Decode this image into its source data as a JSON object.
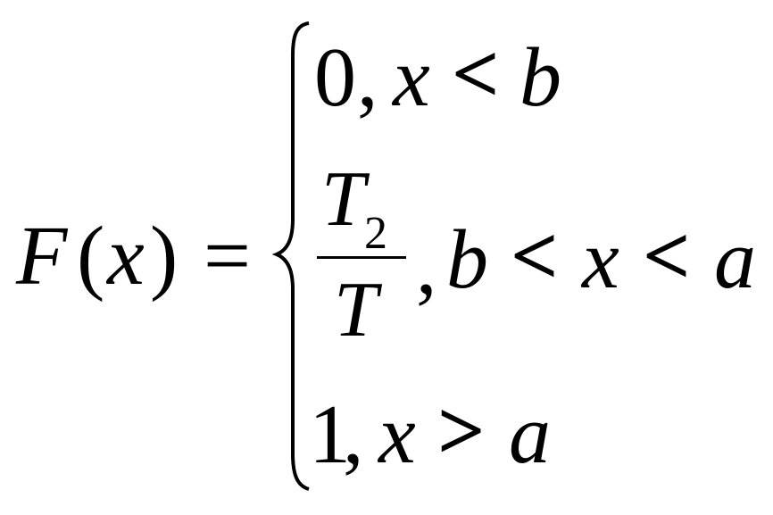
{
  "formula": {
    "lhs": {
      "func": "F",
      "open_paren": "(",
      "var": "x",
      "close_paren": ")",
      "equals": "="
    },
    "cases": [
      {
        "value": "0",
        "comma": ",",
        "cond_var": "x",
        "cond_op": "<",
        "cond_rhs": "b"
      },
      {
        "numerator": "T",
        "numerator_subscript": "2",
        "denominator": "T",
        "comma": ",",
        "cond_lhs": "b",
        "cond_op1": "<",
        "cond_var": "x",
        "cond_op2": "<",
        "cond_rhs": "a"
      },
      {
        "value": "1",
        "comma": ",",
        "cond_var": "x",
        "cond_op": ">",
        "cond_rhs": "a"
      }
    ]
  }
}
